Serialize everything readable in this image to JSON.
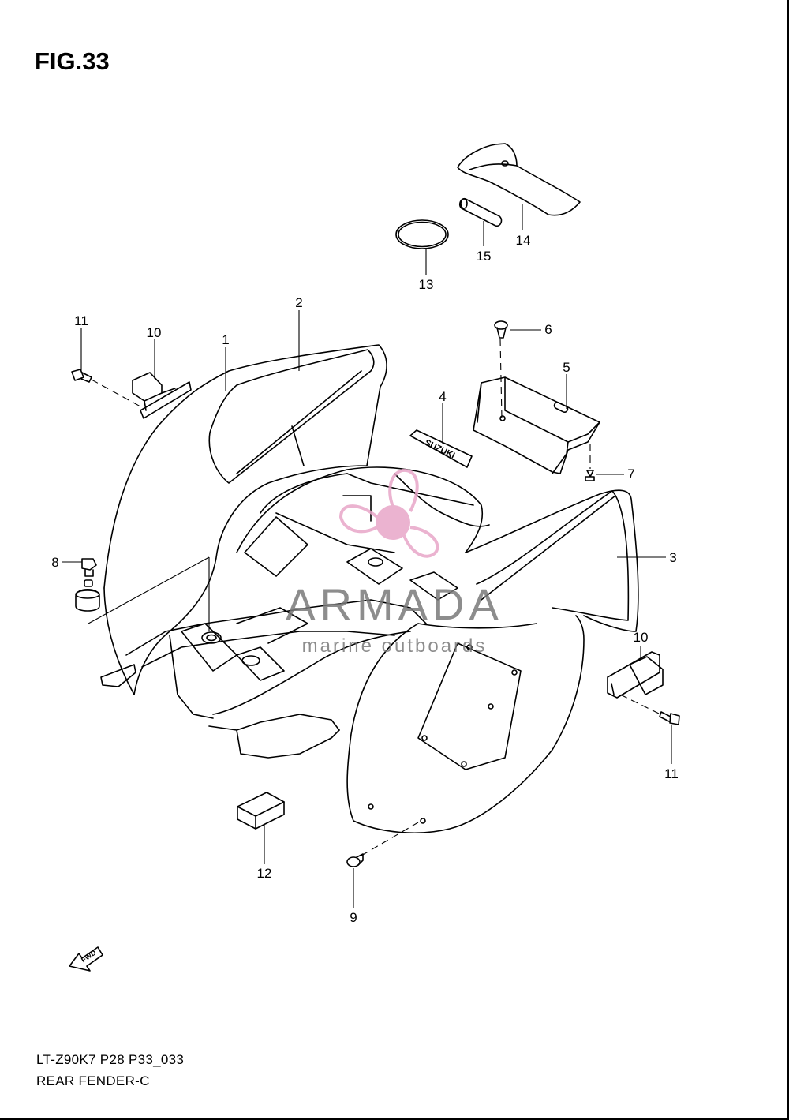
{
  "figure": {
    "title": "FIG.33",
    "model_code": "LT-Z90K7 P28 P33_033",
    "section_name": "REAR FENDER-C"
  },
  "callouts": {
    "c1": "1",
    "c2": "2",
    "c3": "3",
    "c4": "4",
    "c5": "5",
    "c6": "6",
    "c7": "7",
    "c8": "8",
    "c9": "9",
    "c10a": "10",
    "c10b": "10",
    "c11a": "11",
    "c11b": "11",
    "c12": "12",
    "c13": "13",
    "c14": "14",
    "c15": "15"
  },
  "decal_text": "SUZUKI",
  "direction_marker": "FWD",
  "watermark": {
    "brand": "ARMADA",
    "tagline": "marine outboards",
    "logo_color": "#e8a6c8",
    "text_color": "#7a7a7a"
  }
}
